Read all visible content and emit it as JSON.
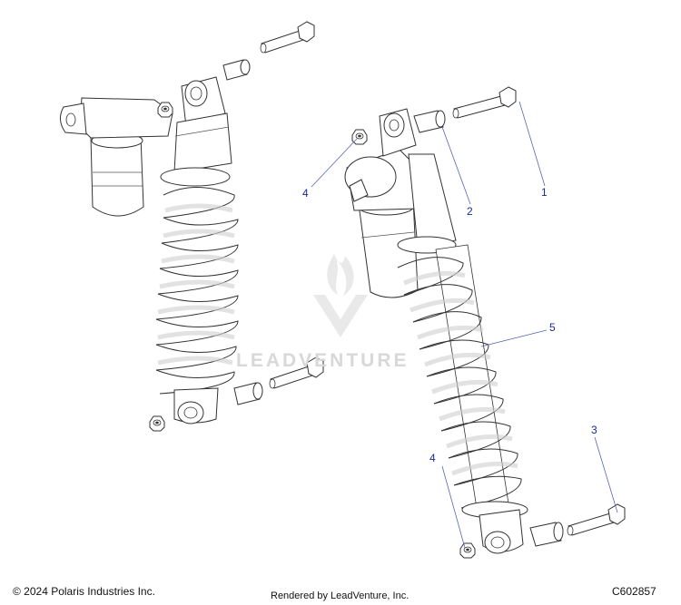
{
  "callouts": [
    {
      "id": "1",
      "label": "1"
    },
    {
      "id": "2",
      "label": "2"
    },
    {
      "id": "3",
      "label": "3"
    },
    {
      "id": "4a",
      "label": "4"
    },
    {
      "id": "4b",
      "label": "4"
    },
    {
      "id": "5",
      "label": "5"
    }
  ],
  "watermark": "LEADVENTURE",
  "footer": {
    "copyright": "© 2024 Polaris Industries Inc.",
    "rendered_by": "Rendered by LeadVenture, Inc.",
    "diagram_code": "C602857"
  },
  "colors": {
    "callout": "#1a2a9c",
    "leader": "#5a63b8",
    "outline": "#333333",
    "fill": "#ffffff"
  }
}
